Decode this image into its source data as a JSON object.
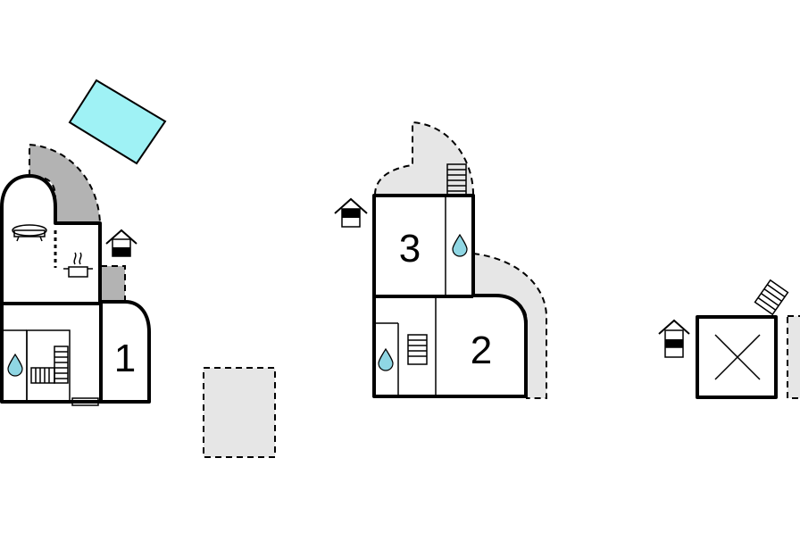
{
  "rooms": {
    "room_1": {
      "label": "1"
    },
    "room_2": {
      "label": "2"
    },
    "room_3": {
      "label": "3"
    }
  },
  "icons": {
    "bathroom": "water-drop-icon",
    "bedroom_marker": "house-icon",
    "living_room": "sofa-icon",
    "kitchen": "cooking-pot-icon",
    "stairs": "stairs-icon",
    "garage_or_utility": "cross-box-icon",
    "pool": "pool-icon"
  },
  "colors": {
    "pool": "#9ff2f5",
    "terrace_dark": "#b3b3b3",
    "terrace_light": "#e6e6e6",
    "water_drop": "#8fd6e3"
  }
}
